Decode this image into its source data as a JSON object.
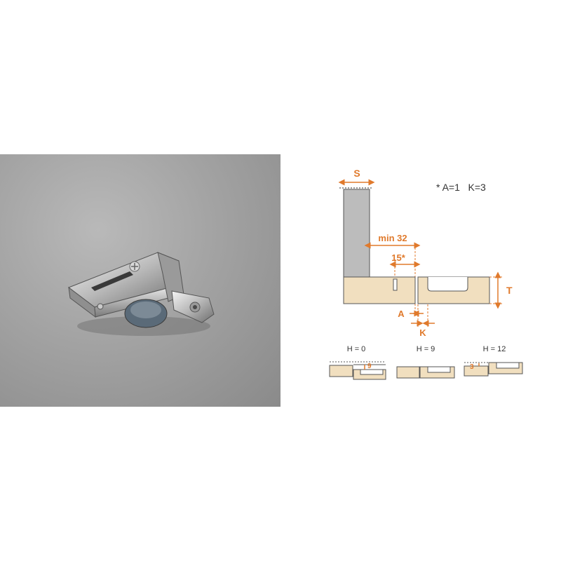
{
  "colors": {
    "accent": "#e07a2c",
    "wood": "#f1dfbf",
    "door": "#bcbcbc",
    "outline": "#555555"
  },
  "photo": {
    "subject": "hinge-photo"
  },
  "diagram": {
    "note": "* A=1   K=3",
    "labels": {
      "s": "S",
      "min32": "min 32",
      "fifteen": "15*",
      "a": "A",
      "k": "K",
      "t": "T"
    },
    "variants": [
      {
        "title": "H = 0",
        "dim": "9"
      },
      {
        "title": "H = 9",
        "dim": ""
      },
      {
        "title": "H = 12",
        "dim": "3"
      }
    ]
  }
}
